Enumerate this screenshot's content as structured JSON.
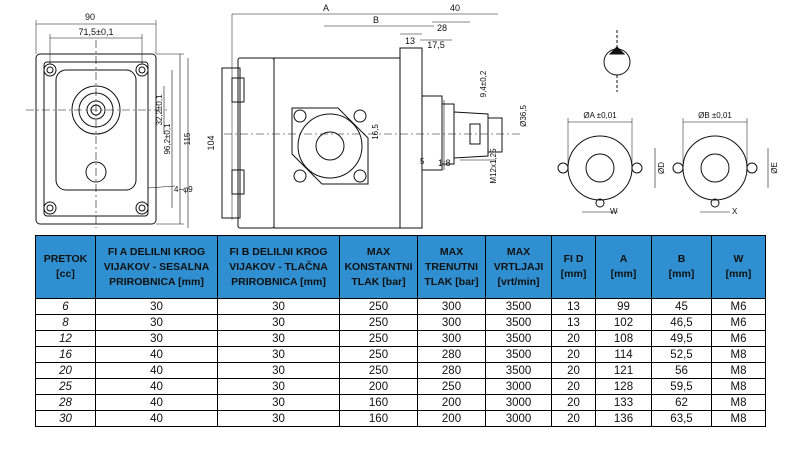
{
  "drawing": {
    "dims": {
      "d90": "90",
      "d71": "71,5±0,1",
      "d32": "32,2±0,1",
      "d96": "96,2±0,1",
      "d115": "115",
      "d4phi9": "4−φ9",
      "d104": "104",
      "dA": "A",
      "dB": "B",
      "d40": "40",
      "d28": "28",
      "d13": "13",
      "d17": "17,5",
      "d9": "9,4±0,2",
      "d36": "Ø36,5",
      "d16": "16,5",
      "d5": "5",
      "taper": "1:8",
      "thread": "M12x1,25"
    },
    "port_a": {
      "title": "ØA ±0,01",
      "d_label": "ØD",
      "w_label": "W"
    },
    "port_b": {
      "title": "ØB ±0,01",
      "e_label": "ØE",
      "x_label": "X"
    }
  },
  "table": {
    "headers": [
      [
        "PRETOK",
        "[cc]"
      ],
      [
        "FI A  DELILNI KROG",
        "VIJAKOV - SESALNA",
        "PRIROBNICA [mm]"
      ],
      [
        "FI B  DELILNI KROG",
        "VIJAKOV - TLAČNA",
        "PRIROBNICA [mm]"
      ],
      [
        "MAX",
        "KONSTANTNI",
        "TLAK [bar]"
      ],
      [
        "MAX",
        "TRENUTNI",
        "TLAK [bar]"
      ],
      [
        "MAX",
        "VRTLJAJI",
        "[vrt/min]"
      ],
      [
        "FI D",
        "[mm]"
      ],
      [
        "A",
        "[mm]"
      ],
      [
        "B",
        "[mm]"
      ],
      [
        "W",
        "[mm]"
      ]
    ],
    "rows": [
      [
        "6",
        "30",
        "30",
        "250",
        "300",
        "3500",
        "13",
        "99",
        "45",
        "M6"
      ],
      [
        "8",
        "30",
        "30",
        "250",
        "300",
        "3500",
        "13",
        "102",
        "46,5",
        "M6"
      ],
      [
        "12",
        "30",
        "30",
        "250",
        "300",
        "3500",
        "20",
        "108",
        "49,5",
        "M6"
      ],
      [
        "16",
        "40",
        "30",
        "250",
        "280",
        "3500",
        "20",
        "114",
        "52,5",
        "M8"
      ],
      [
        "20",
        "40",
        "30",
        "250",
        "280",
        "3500",
        "20",
        "121",
        "56",
        "M8"
      ],
      [
        "25",
        "40",
        "30",
        "200",
        "250",
        "3000",
        "20",
        "128",
        "59,5",
        "M8"
      ],
      [
        "28",
        "40",
        "30",
        "160",
        "200",
        "3000",
        "20",
        "133",
        "62",
        "M8"
      ],
      [
        "30",
        "40",
        "30",
        "160",
        "200",
        "3000",
        "20",
        "136",
        "63,5",
        "M8"
      ]
    ]
  },
  "colors": {
    "header_bg": "#2f8fd0",
    "line": "#111111"
  }
}
